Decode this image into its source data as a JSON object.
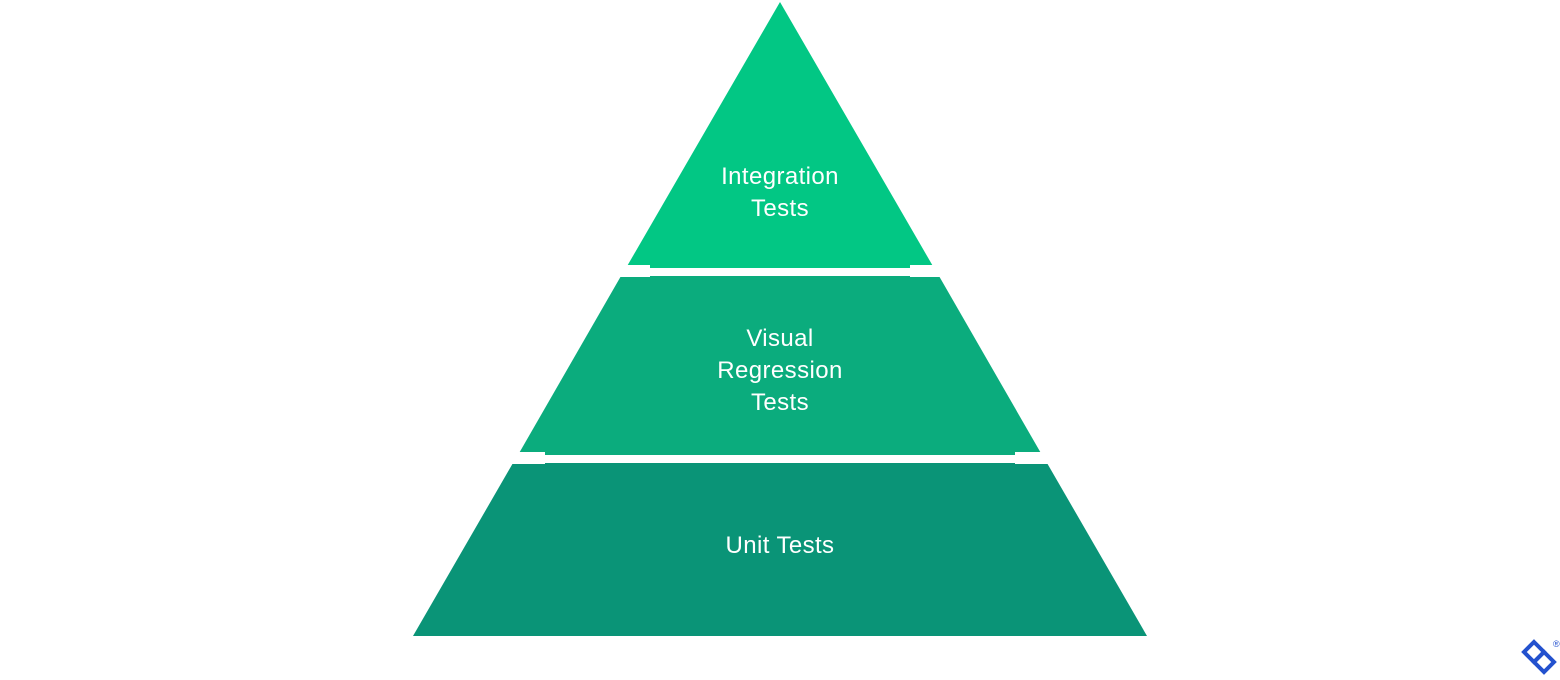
{
  "pyramid": {
    "tiers": [
      {
        "id": "integration-tests",
        "label": "Integration\nTests",
        "color": "#02C784"
      },
      {
        "id": "visual-regression-tests",
        "label": "Visual\nRegression\nTests",
        "color": "#0BAC7D"
      },
      {
        "id": "unit-tests",
        "label": "Unit Tests",
        "color": "#0A9477"
      }
    ]
  },
  "logo": {
    "registered_mark": "®",
    "color": "#2351CE"
  }
}
